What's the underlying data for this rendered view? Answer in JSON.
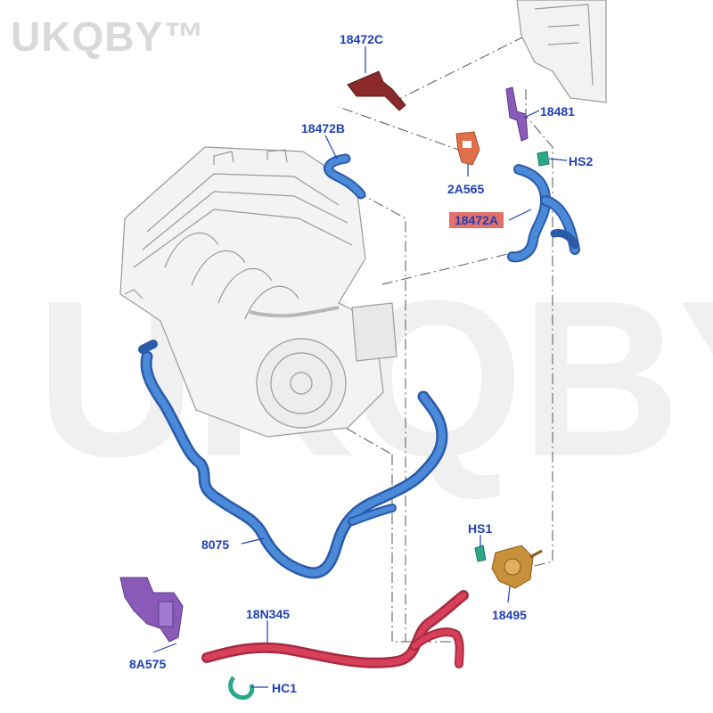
{
  "watermark": {
    "small": "UKQBY™",
    "large": "UKQBY™"
  },
  "callouts": {
    "c18472C": "18472C",
    "c18472B": "18472B",
    "c18481": "18481",
    "cHS2": "HS2",
    "c2A565": "2A565",
    "c18472A": "18472A",
    "c8075": "8075",
    "cHS1": "HS1",
    "c18495": "18495",
    "c18N345": "18N345",
    "c8A575": "8A575",
    "cHC1": "HC1"
  },
  "colors": {
    "label": "#1f3fb4",
    "highlight": "#e2706c",
    "hose_blue": "#4a8ad8",
    "hose_red": "#d8405a",
    "part_brown": "#8a2a2a",
    "part_orange": "#e0704a",
    "part_purple": "#8a5ab8",
    "part_green": "#2aa88a",
    "part_gold": "#c8903a",
    "engine_line": "#9a9a9a"
  }
}
